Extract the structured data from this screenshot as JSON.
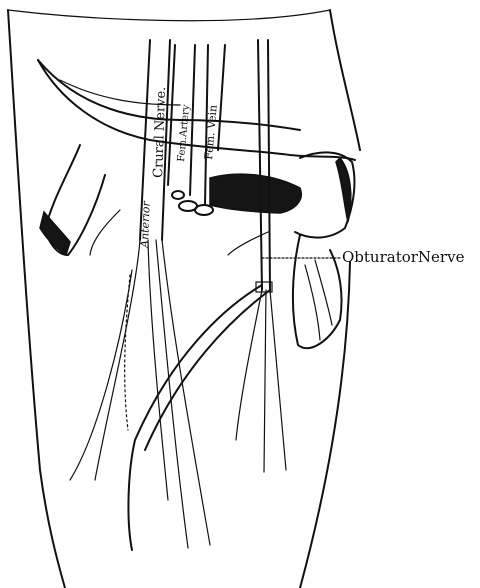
{
  "labels": {
    "crural_nerve": "Crural Nerve.",
    "fem_artery": "Fem.Artery",
    "fem_vein": "Fem. Vein",
    "anterior": "Anterior",
    "obturator_nerve": "ObturatorNerve"
  }
}
